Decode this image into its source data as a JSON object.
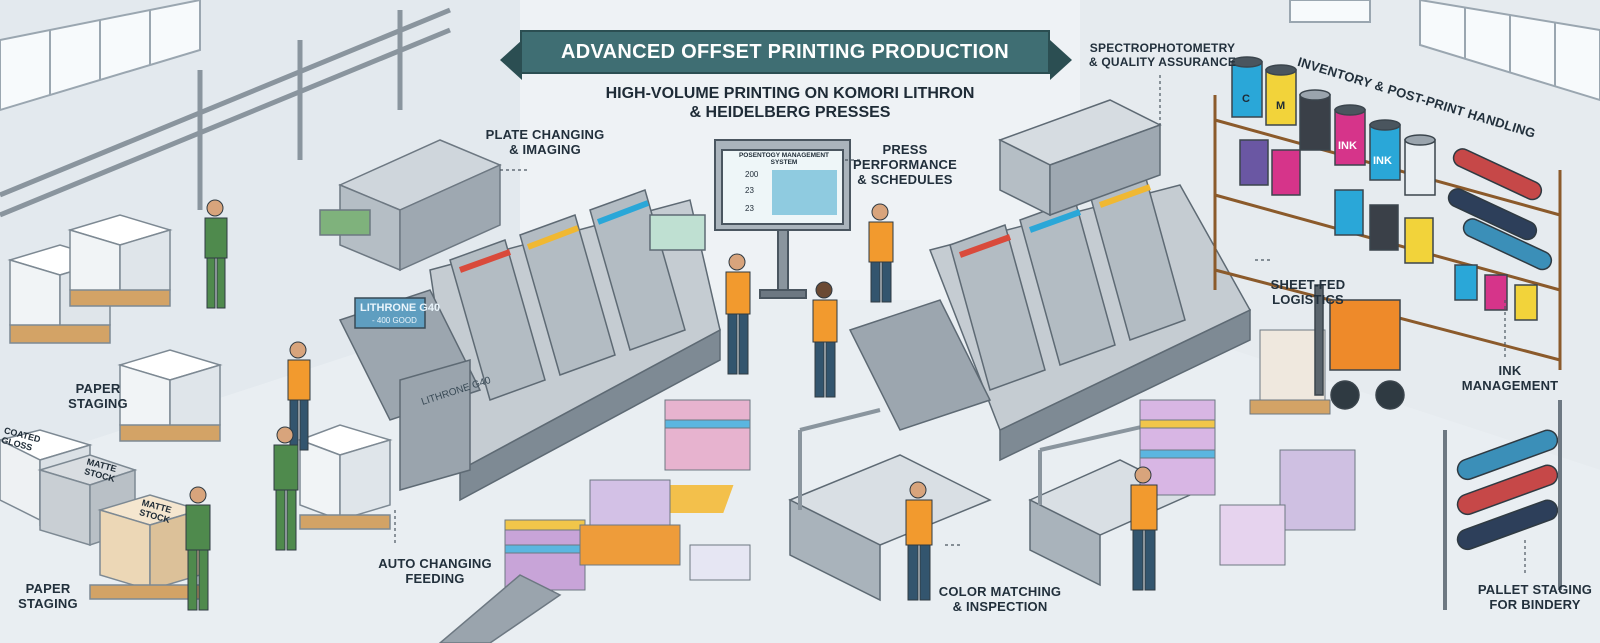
{
  "title": "ADVANCED OFFSET PRINTING PRODUCTION",
  "subtitle": "HIGH-VOLUME PRINTING ON KOMORI LITHRON & HEIDELBERG PRESSES",
  "labels": {
    "plate_changing": "PLATE CHANGING & IMAGING",
    "press_performance": "PRESS PERFORMANCE & SCHEDULES",
    "spectrophotometry": "SPECTROPHOTOMETRY & QUALITY ASSURANCE",
    "inventory": "INVENTORY & POST-PRINT HANDLING",
    "sheet_fed": "SHEET-FED LOGISTICS",
    "ink_management": "INK MANAGEMENT",
    "paper_staging_top": "PAPER STAGING",
    "paper_staging_bottom": "PAPER STAGING",
    "auto_changing": "AUTO CHANGING FEEDING",
    "color_matching": "COLOR MATCHING & INSPECTION",
    "pallet_staging": "PALLET STAGING FOR BINDERY"
  },
  "press_signs": {
    "lithrone_main": "LITHRONE G40",
    "lithrone_sub": "- 400 GOOD",
    "lithrone_side": "LITHRONE G40"
  },
  "stock_signs": {
    "coated": "COATED GLOSS",
    "matte": "MATTE STOCK",
    "matte2": "MATTE STOCK"
  },
  "ink_cans": {
    "c": "C",
    "m": "M",
    "ink1": "INK",
    "ink2": "INK"
  },
  "dashboard": {
    "title": "POSENTOGY MANAGEMENT SYSTEM",
    "values": [
      "200",
      "23",
      "23"
    ]
  },
  "colors": {
    "banner": "#3f6e73",
    "machine": "#b9c2c9",
    "vest": "#f29a2e",
    "worker_green": "#4f8a4d",
    "cyan": "#2aa7d8",
    "magenta": "#d6348a",
    "yellow": "#f2d33a"
  }
}
